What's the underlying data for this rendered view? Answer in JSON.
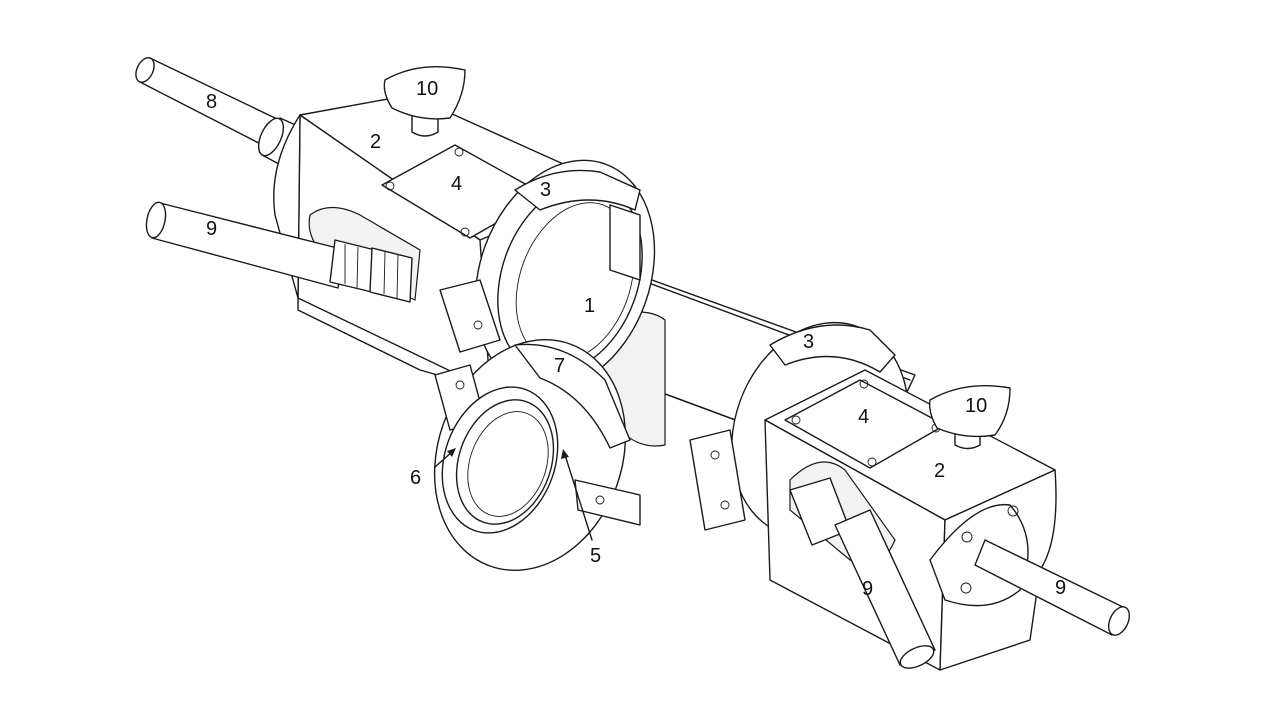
{
  "labels": {
    "l1": "1",
    "l2a": "2",
    "l2b": "2",
    "l3a": "3",
    "l3b": "3",
    "l4a": "4",
    "l4b": "4",
    "l5": "5",
    "l6": "6",
    "l7": "7",
    "l8": "8",
    "l9a": "9",
    "l9b": "9",
    "l9c": "9",
    "l10a": "10",
    "l10b": "10"
  }
}
